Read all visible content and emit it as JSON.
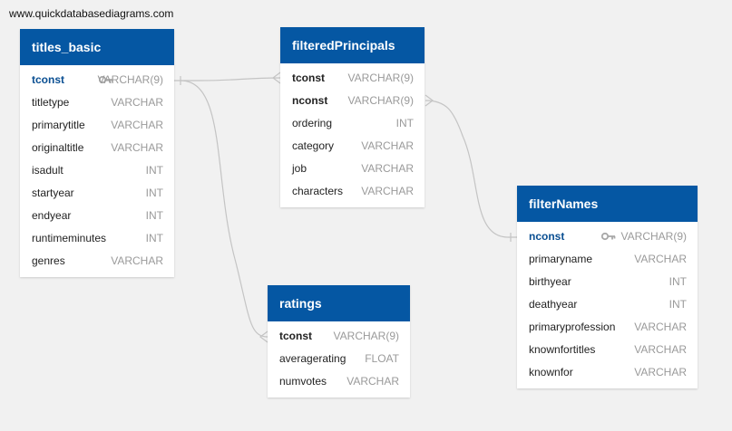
{
  "brand": "www.quickdatabasediagrams.com",
  "colors": {
    "header": "#0557a3",
    "pk_text": "#0a4f92",
    "type_text": "#9a9a9a",
    "link": "#c4c4c4"
  },
  "tables": {
    "titles_basic": {
      "name": "titles_basic",
      "fields": [
        {
          "name": "tconst",
          "type": "VARCHAR(9)",
          "key": "pk"
        },
        {
          "name": "titletype",
          "type": "VARCHAR"
        },
        {
          "name": "primarytitle",
          "type": "VARCHAR"
        },
        {
          "name": "originaltitle",
          "type": "VARCHAR"
        },
        {
          "name": "isadult",
          "type": "INT"
        },
        {
          "name": "startyear",
          "type": "INT"
        },
        {
          "name": "endyear",
          "type": "INT"
        },
        {
          "name": "runtimeminutes",
          "type": "INT"
        },
        {
          "name": "genres",
          "type": "VARCHAR"
        }
      ]
    },
    "filteredPrincipals": {
      "name": "filteredPrincipals",
      "fields": [
        {
          "name": "tconst",
          "type": "VARCHAR(9)",
          "key": "fk"
        },
        {
          "name": "nconst",
          "type": "VARCHAR(9)",
          "key": "fk"
        },
        {
          "name": "ordering",
          "type": "INT"
        },
        {
          "name": "category",
          "type": "VARCHAR"
        },
        {
          "name": "job",
          "type": "VARCHAR"
        },
        {
          "name": "characters",
          "type": "VARCHAR"
        }
      ]
    },
    "ratings": {
      "name": "ratings",
      "fields": [
        {
          "name": "tconst",
          "type": "VARCHAR(9)",
          "key": "fk"
        },
        {
          "name": "averagerating",
          "type": "FLOAT"
        },
        {
          "name": "numvotes",
          "type": "VARCHAR"
        }
      ]
    },
    "filterNames": {
      "name": "filterNames",
      "fields": [
        {
          "name": "nconst",
          "type": "VARCHAR(9)",
          "key": "pk"
        },
        {
          "name": "primaryname",
          "type": "VARCHAR"
        },
        {
          "name": "birthyear",
          "type": "INT"
        },
        {
          "name": "deathyear",
          "type": "INT"
        },
        {
          "name": "primaryprofession",
          "type": "VARCHAR"
        },
        {
          "name": "knownfortitles",
          "type": "VARCHAR"
        },
        {
          "name": "knownfor",
          "type": "VARCHAR"
        }
      ]
    }
  },
  "relationships": [
    {
      "from": "titles_basic.tconst",
      "to": "filteredPrincipals.tconst",
      "cardinality": "one-to-many"
    },
    {
      "from": "titles_basic.tconst",
      "to": "ratings.tconst",
      "cardinality": "one-to-many"
    },
    {
      "from": "filterNames.nconst",
      "to": "filteredPrincipals.nconst",
      "cardinality": "one-to-many"
    }
  ]
}
